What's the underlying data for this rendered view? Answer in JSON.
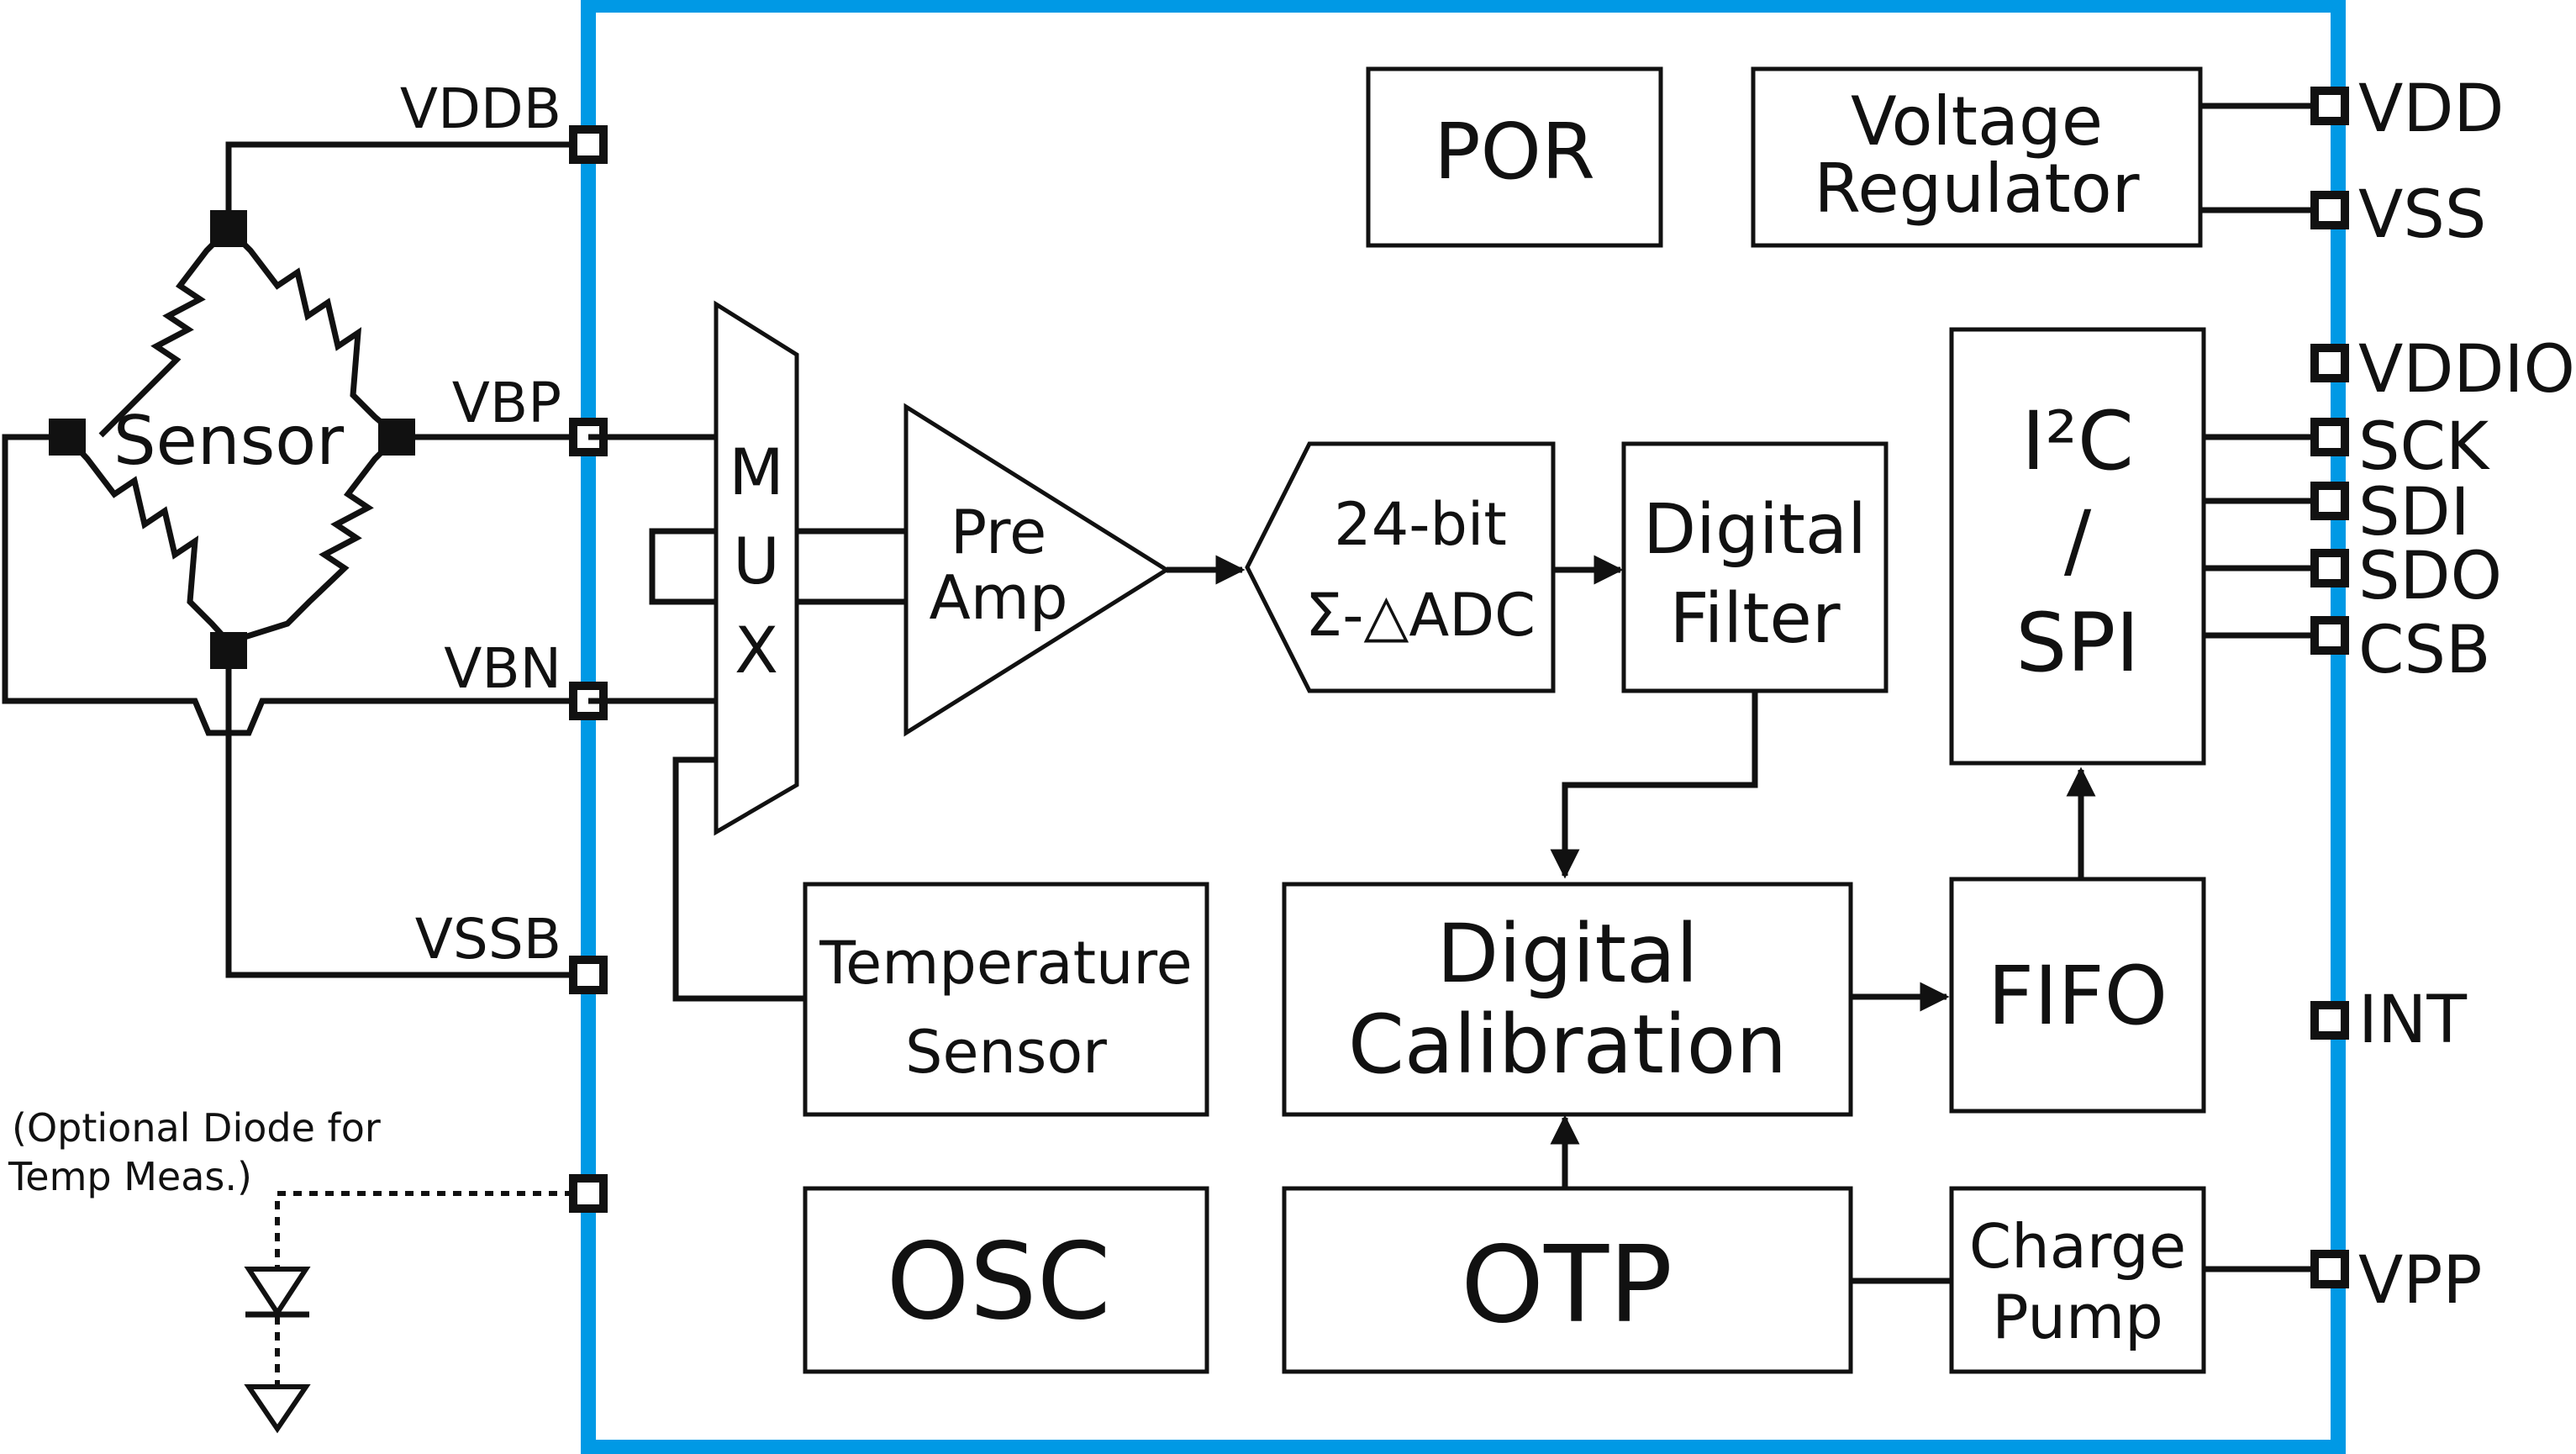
{
  "colors": {
    "chip_border": "#0099e5",
    "line": "#111111",
    "background": "#ffffff"
  },
  "bridge": {
    "label": "Sensor"
  },
  "pins_left": {
    "vddb": "VDDB",
    "vbp": "VBP",
    "vbn": "VBN",
    "vssb": "VSSB"
  },
  "pins_right": {
    "vdd": "VDD",
    "vss": "VSS",
    "vddio": "VDDIO",
    "sck": "SCK",
    "sdi": "SDI",
    "sdo": "SDO",
    "csb": "CSB",
    "int": "INT",
    "vpp": "VPP"
  },
  "diode_note": {
    "line1": "(Optional Diode for",
    "line2": "Temp Meas.)"
  },
  "blocks": {
    "por": "POR",
    "regulator": {
      "line1": "Voltage",
      "line2": "Regulator"
    },
    "mux": {
      "l1": "M",
      "l2": "U",
      "l3": "X"
    },
    "preamp": {
      "line1": "Pre",
      "line2": "Amp"
    },
    "adc": {
      "line1": "24-bit",
      "line2": "Σ-△ADC"
    },
    "filter": {
      "line1": "Digital",
      "line2": "Filter"
    },
    "interface": {
      "line1": "I²C",
      "line2": "/",
      "line3": "SPI"
    },
    "temp_sensor": {
      "line1": "Temperature",
      "line2": "Sensor"
    },
    "calibration": {
      "line1": "Digital",
      "line2": "Calibration"
    },
    "fifo": "FIFO",
    "osc": "OSC",
    "otp": "OTP",
    "charge_pump": {
      "line1": "Charge",
      "line2": "Pump"
    }
  }
}
